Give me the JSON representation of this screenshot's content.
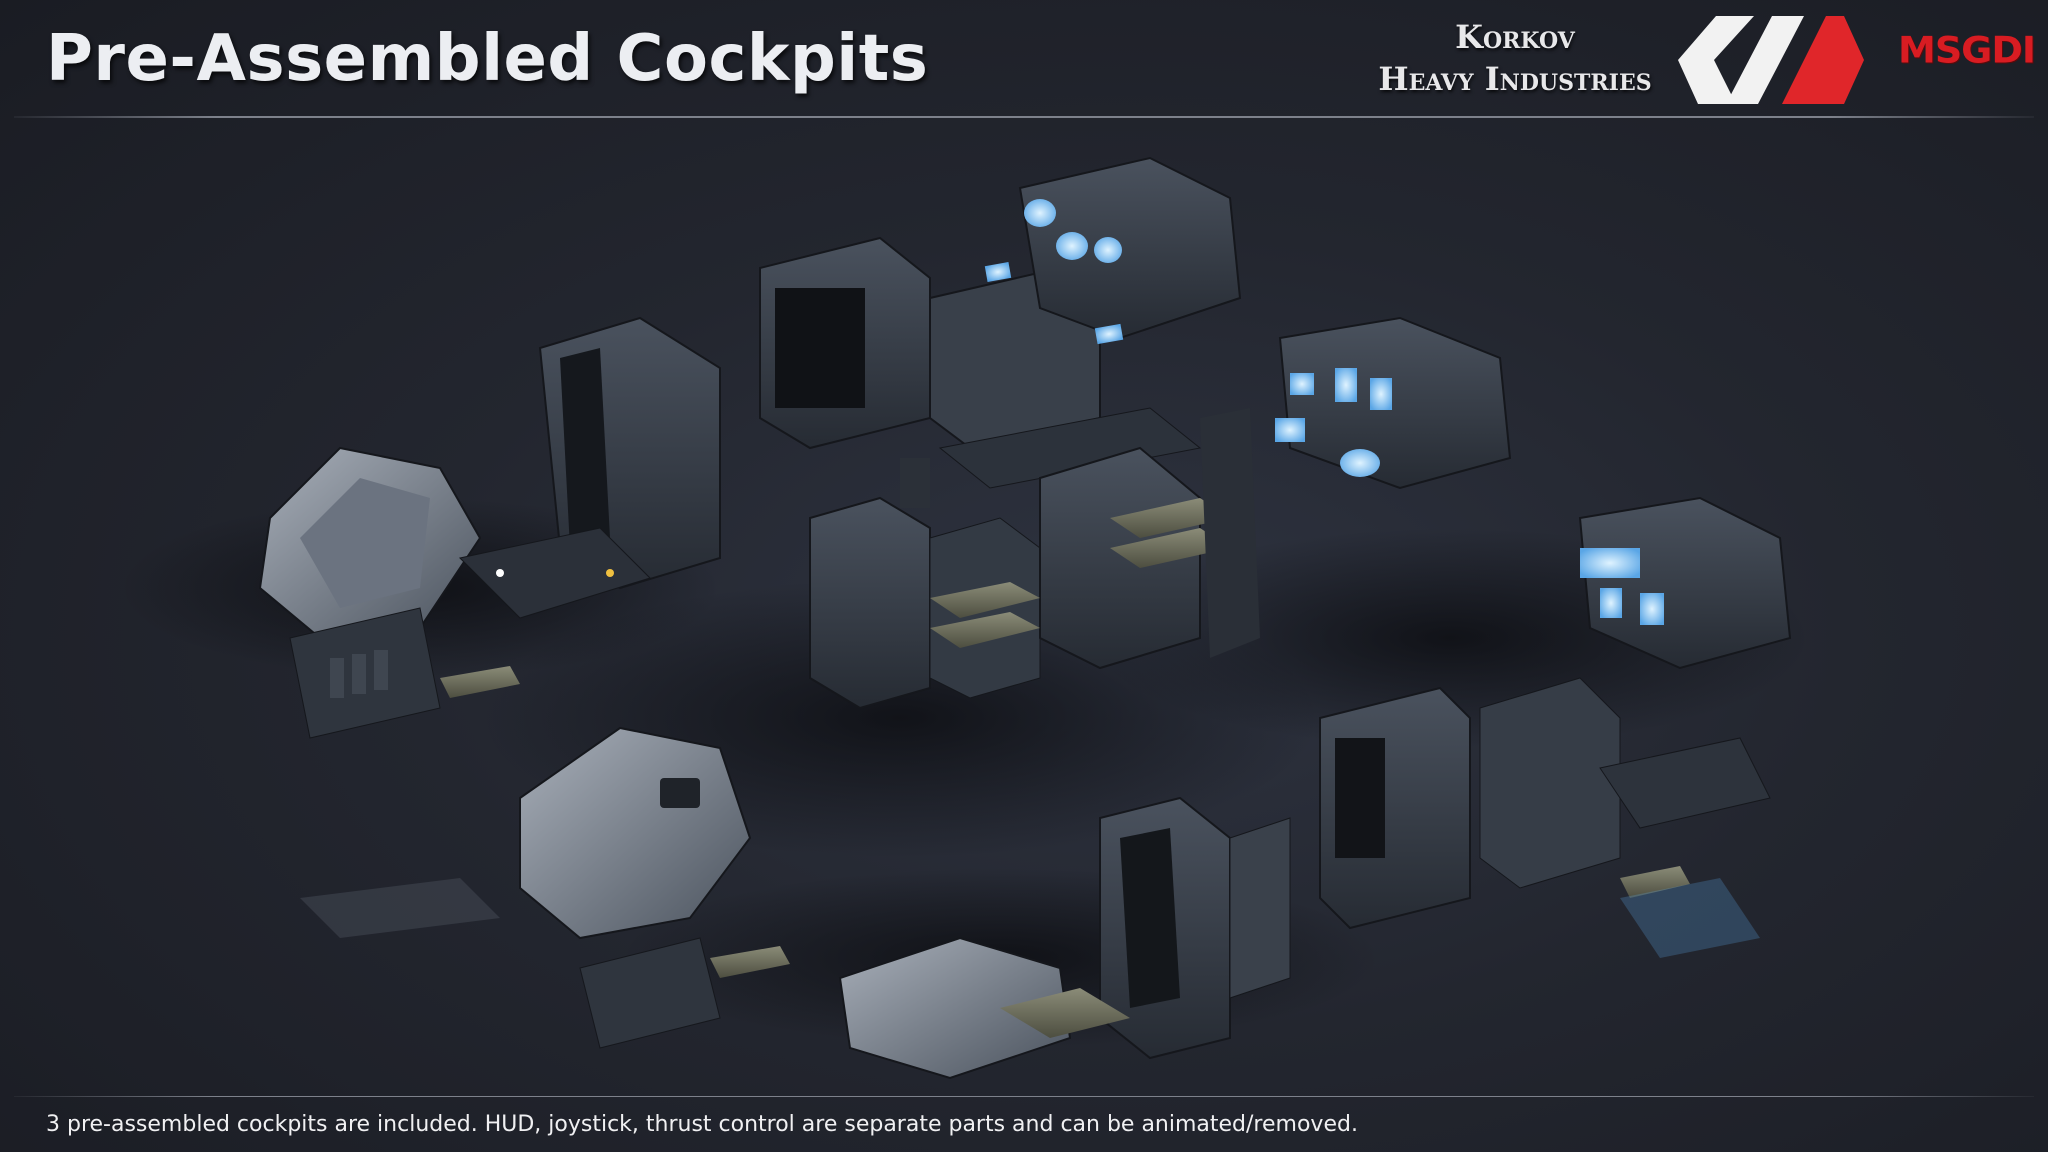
{
  "header": {
    "title": "Pre-Assembled Cockpits",
    "brand_line1": "Korkov",
    "brand_line2": "Heavy Industries",
    "logo_secondary": "MSGDI"
  },
  "footer": {
    "caption": "3 pre-assembled cockpits are included. HUD, joystick, thrust control are separate parts and can be animated/removed."
  },
  "colors": {
    "accent_red": "#d81c22",
    "hud_blue": "#8fcfff",
    "hull_dark": "#3a414c"
  },
  "icons": [
    "korkov-logo-icon"
  ]
}
